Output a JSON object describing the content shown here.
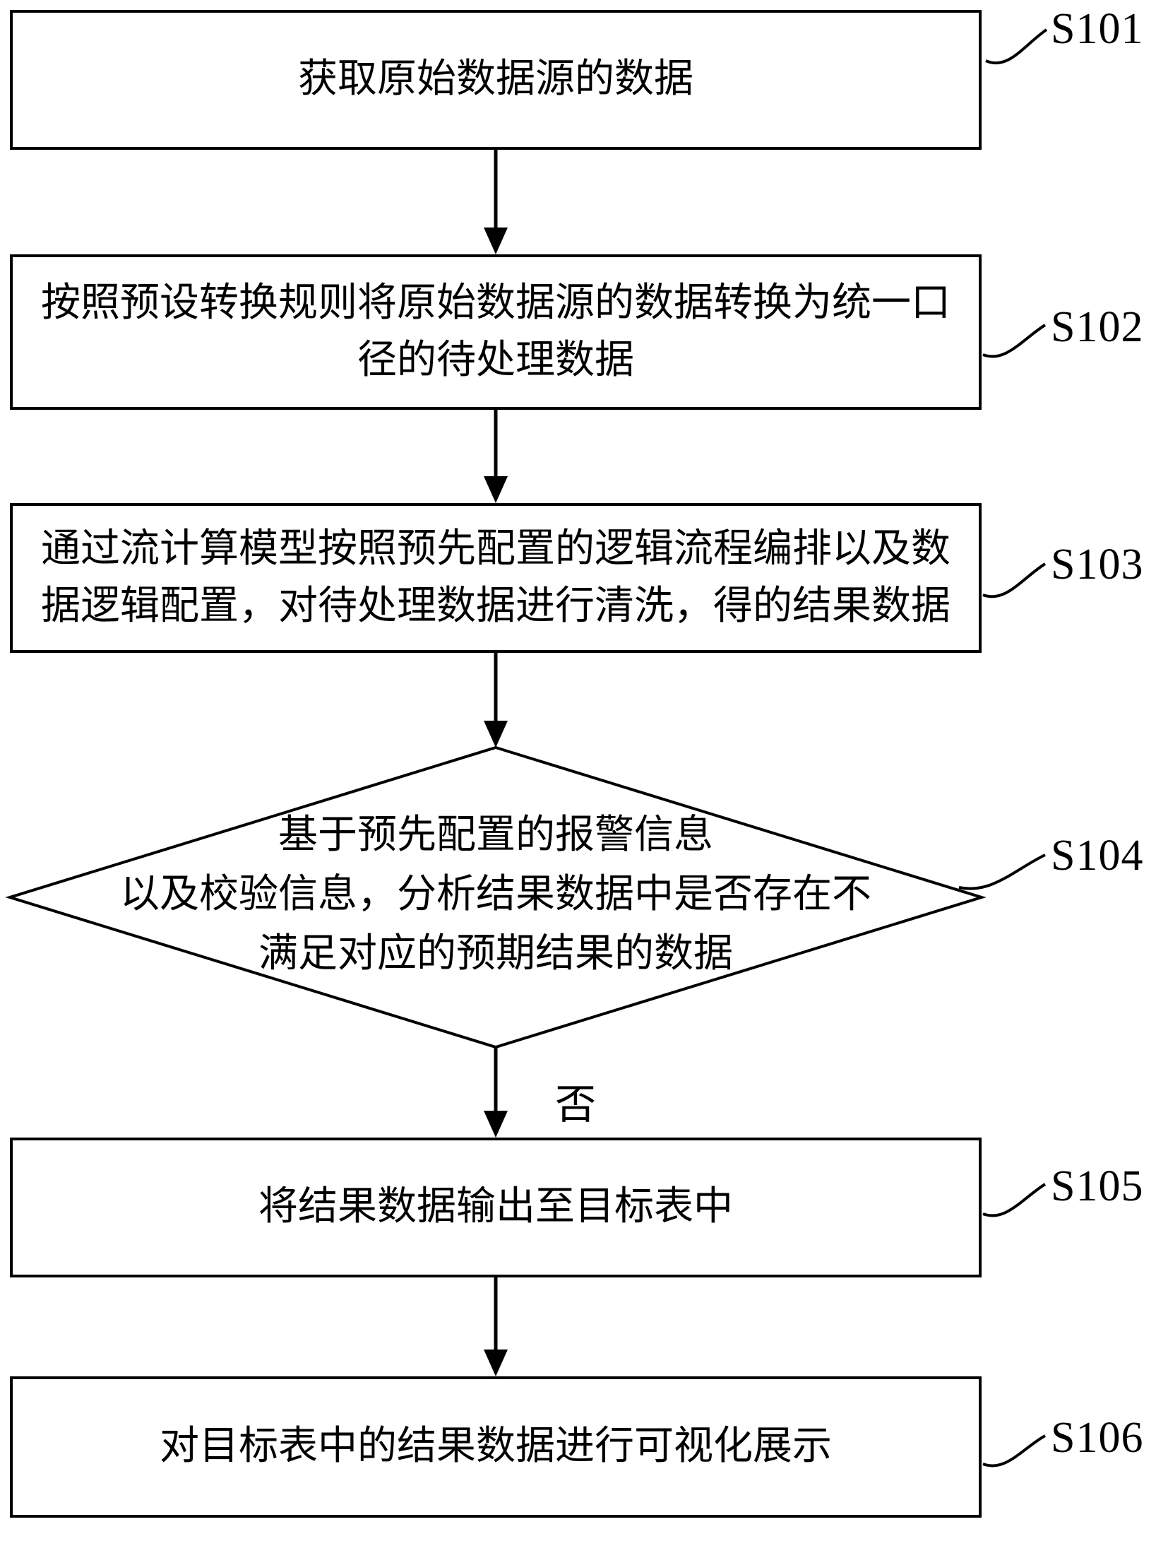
{
  "flowchart": {
    "steps": {
      "s101": {
        "ref": "S101",
        "shape": "rectangle",
        "text": "获取原始数据源的数据"
      },
      "s102": {
        "ref": "S102",
        "shape": "rectangle",
        "text": "按照预设转换规则将原始数据源的数据转换为统一口\n径的待处理数据"
      },
      "s103": {
        "ref": "S103",
        "shape": "rectangle",
        "text": "通过流计算模型按照预先配置的逻辑流程编排以及数\n据逻辑配置，对待处理数据进行清洗，得的结果数据"
      },
      "s104": {
        "ref": "S104",
        "shape": "diamond",
        "text": "基于预先配置的报警信息\n以及校验信息，分析结果数据中是否存在不\n满足对应的预期结果的数据"
      },
      "s105": {
        "ref": "S105",
        "shape": "rectangle",
        "text": "将结果数据输出至目标表中"
      },
      "s106": {
        "ref": "S106",
        "shape": "rectangle",
        "text": "对目标表中的结果数据进行可视化展示"
      }
    },
    "branch": {
      "no_label": "否"
    },
    "colors": {
      "line": "#000000",
      "fill": "#ffffff"
    }
  }
}
